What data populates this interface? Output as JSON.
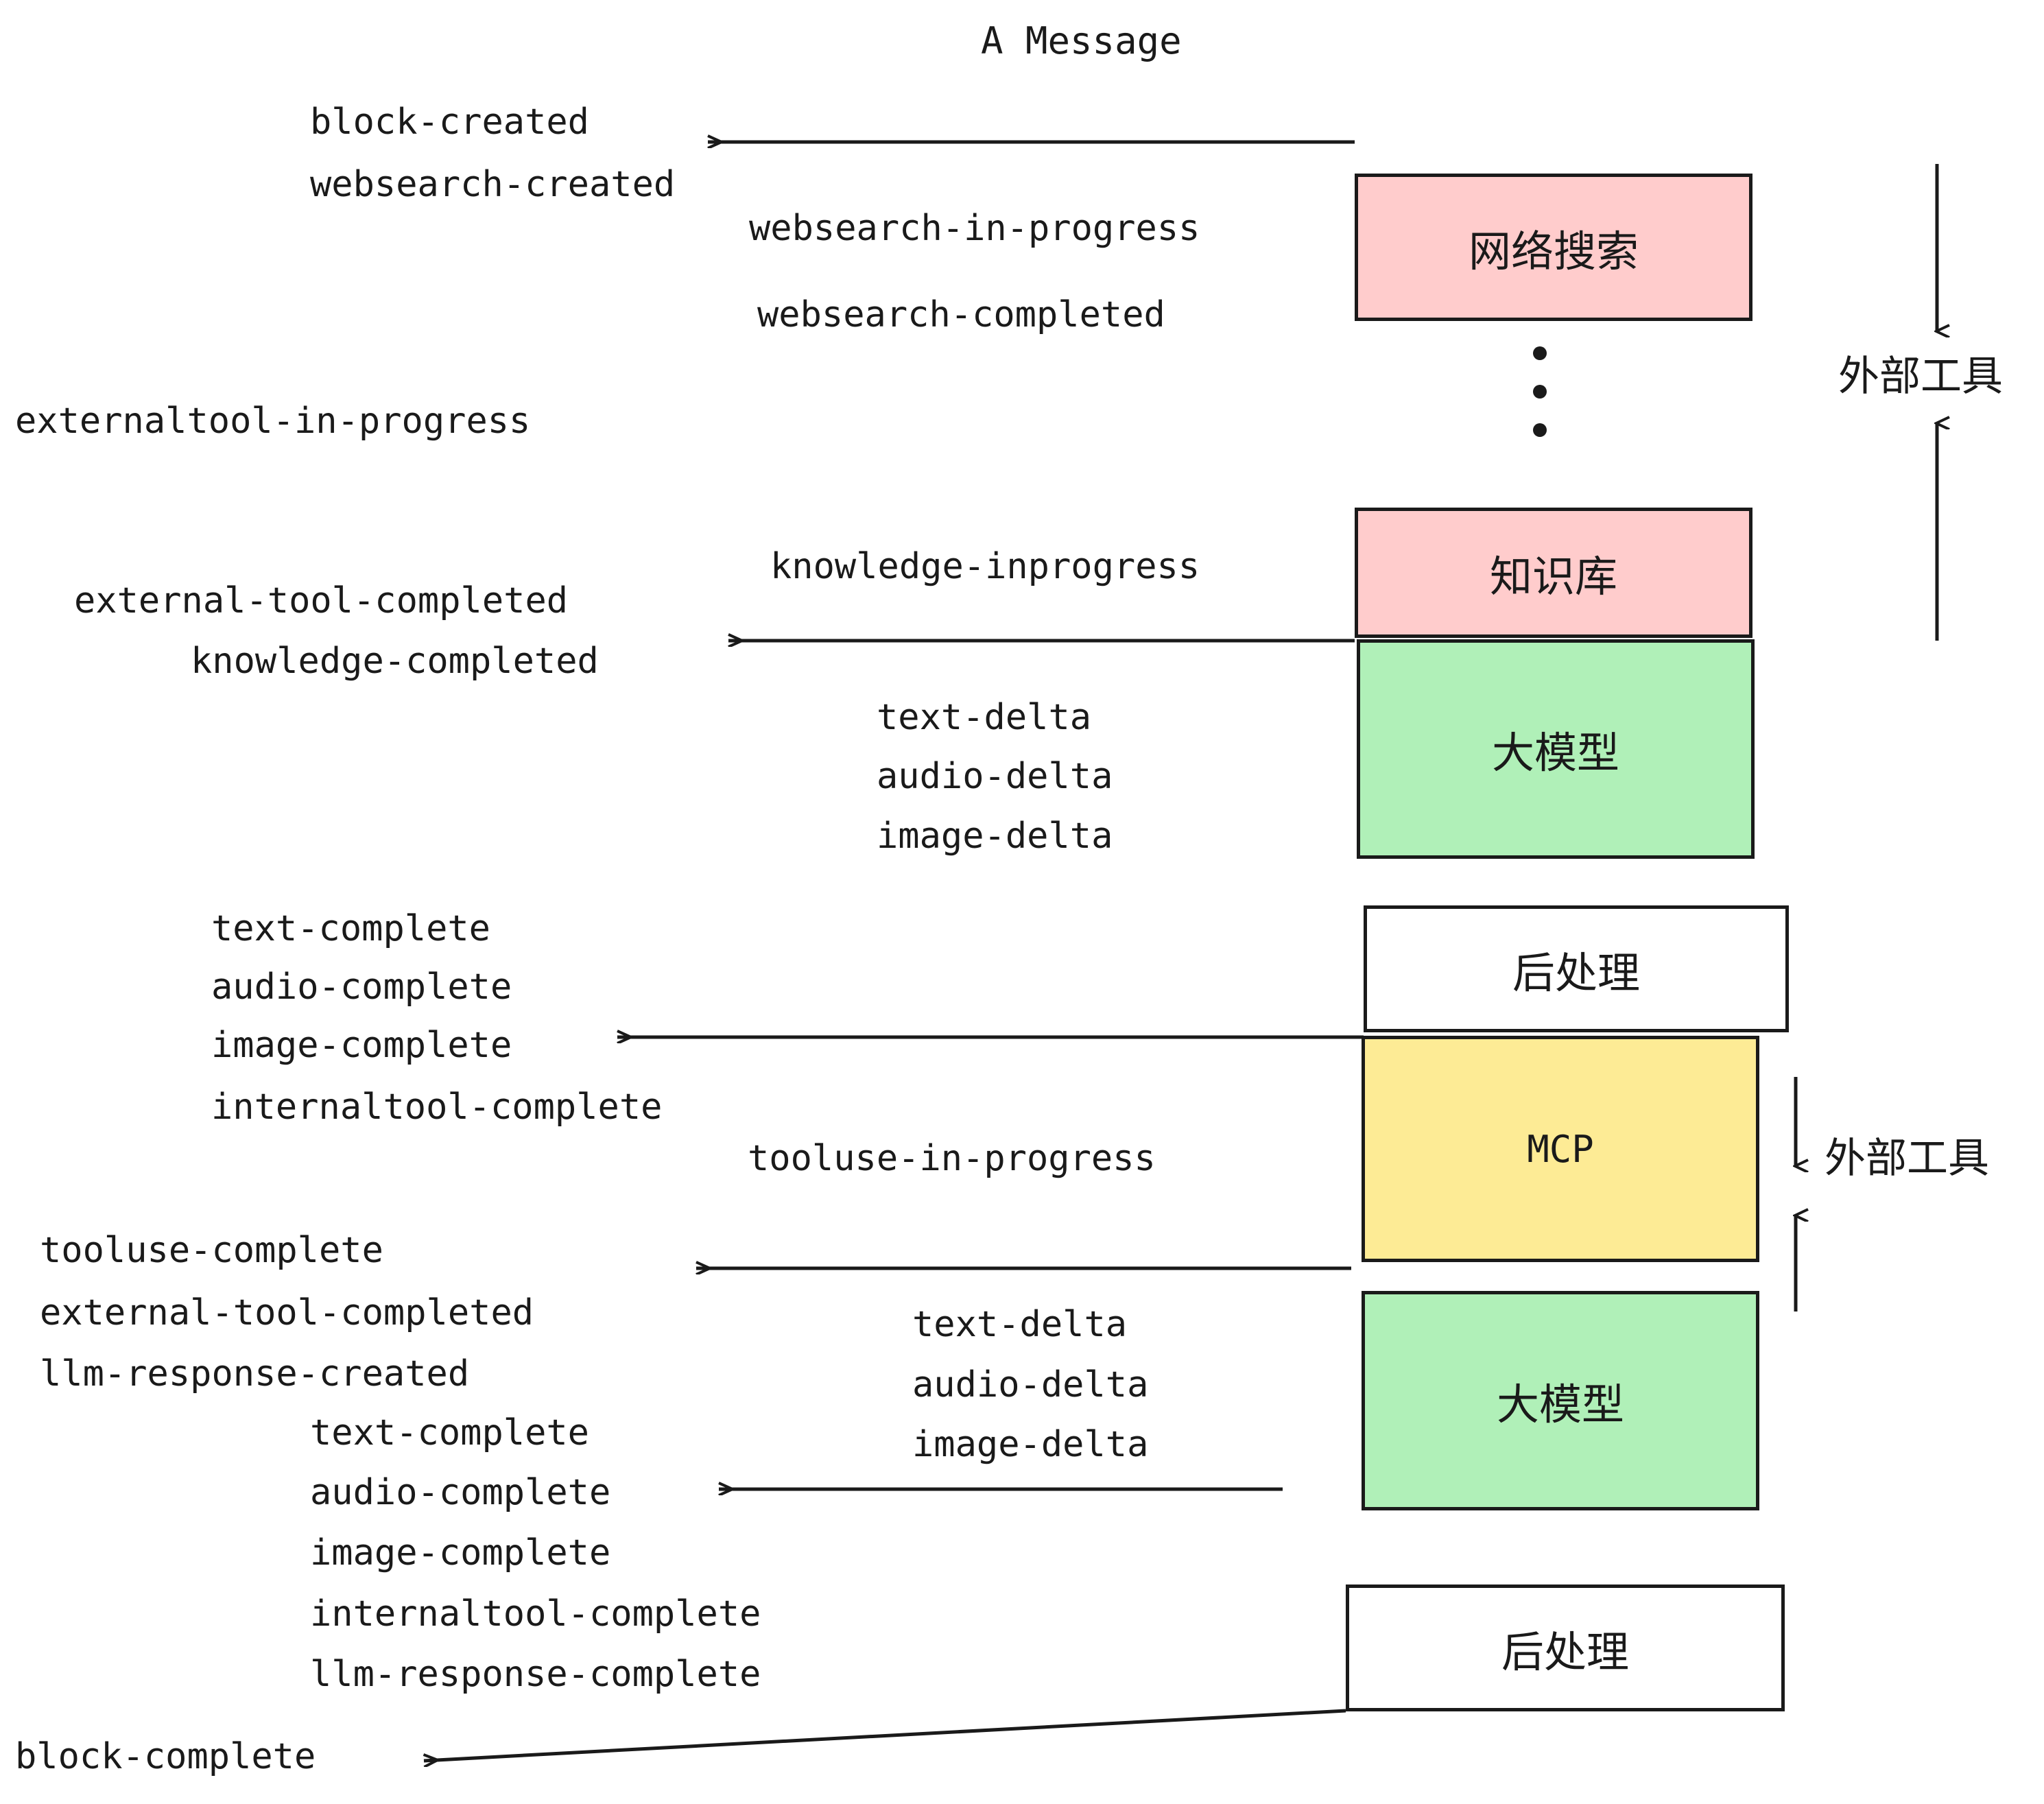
{
  "title": "A Message",
  "colors": {
    "pink": "#FFCCCC",
    "green": "#B0F0B8",
    "yellow": "#FDEB95",
    "white": "#FFFFFF",
    "stroke": "#1A1A1A"
  },
  "nodes": [
    {
      "id": "websearch",
      "label": "网络搜索",
      "fill": "#FFCCCC",
      "script": "cjk"
    },
    {
      "id": "knowledge",
      "label": "知识库",
      "fill": "#FFCCCC",
      "script": "cjk"
    },
    {
      "id": "llm-top",
      "label": "大模型",
      "fill": "#B0F0B8",
      "script": "cjk"
    },
    {
      "id": "post-top",
      "label": "后处理",
      "fill": "#FFFFFF",
      "script": "cjk"
    },
    {
      "id": "mcp",
      "label": "MCP",
      "fill": "#FDEB95",
      "script": "latin"
    },
    {
      "id": "llm-bottom",
      "label": "大模型",
      "fill": "#B0F0B8",
      "script": "cjk"
    },
    {
      "id": "post-bottom",
      "label": "后处理",
      "fill": "#FFFFFF",
      "script": "cjk"
    }
  ],
  "side_labels": [
    {
      "id": "external-tools-top",
      "text": "外部工具"
    },
    {
      "id": "external-tools-bottom",
      "text": "外部工具"
    }
  ],
  "events": {
    "block_created": "block-created",
    "websearch_created": "websearch-created",
    "websearch_in_progress": "websearch-in-progress",
    "websearch_completed": "websearch-completed",
    "externaltool_in_progress": "externaltool-in-progress",
    "knowledge_inprogress": "knowledge-inprogress",
    "external_tool_completed_1": "external-tool-completed",
    "knowledge_completed": "knowledge-completed",
    "text_delta_1": "text-delta",
    "audio_delta_1": "audio-delta",
    "image_delta_1": "image-delta",
    "text_complete_1": "text-complete",
    "audio_complete_1": "audio-complete",
    "image_complete_1": "image-complete",
    "internaltool_complete_1": "internaltool-complete",
    "tooluse_in_progress": "tooluse-in-progress",
    "tooluse_complete": "tooluse-complete",
    "external_tool_completed_2": "external-tool-completed",
    "llm_response_created": "llm-response-created",
    "text_delta_2": "text-delta",
    "audio_delta_2": "audio-delta",
    "image_delta_2": "image-delta",
    "text_complete_2": "text-complete",
    "audio_complete_2": "audio-complete",
    "image_complete_2": "image-complete",
    "internaltool_complete_2": "internaltool-complete",
    "llm_response_complete": "llm-response-complete",
    "block_complete": "block-complete"
  }
}
